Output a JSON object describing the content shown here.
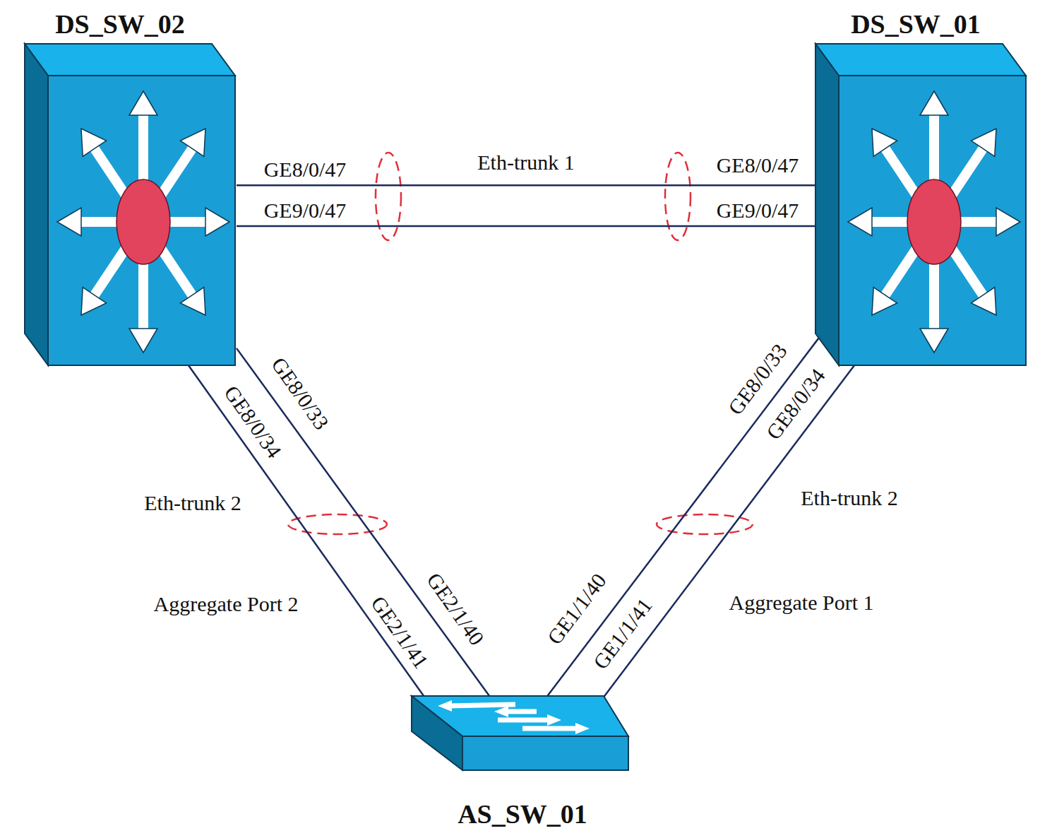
{
  "diagram": {
    "nodes": [
      {
        "text": [
          "DS_SW_02"
        ]
      },
      {
        "text": [
          "DS_SW_01"
        ]
      },
      {
        "text": [
          "AS_SW_01"
        ]
      }
    ],
    "edges": [
      {
        "from": 0,
        "to": 1,
        "arrow": "none"
      },
      {
        "from": 0,
        "to": 1,
        "arrow": "none"
      },
      {
        "from": 0,
        "to": 2,
        "arrow": "none"
      },
      {
        "from": 0,
        "to": 2,
        "arrow": "none"
      },
      {
        "from": 1,
        "to": 2,
        "arrow": "none"
      },
      {
        "from": 1,
        "to": 2,
        "arrow": "none"
      }
    ],
    "labels": [
      "GE8/0/47",
      "GE9/0/47",
      "Eth-trunk 1",
      "GE8/0/47",
      "GE9/0/47",
      "GE8/0/34",
      "GE8/0/33",
      "GE8/0/33",
      "GE8/0/34",
      "Eth-trunk 2",
      "Eth-trunk 2",
      "Aggregate Port 2",
      "Aggregate Port 1",
      "GE2/1/41",
      "GE2/1/40",
      "GE1/1/40",
      "GE1/1/41"
    ]
  }
}
